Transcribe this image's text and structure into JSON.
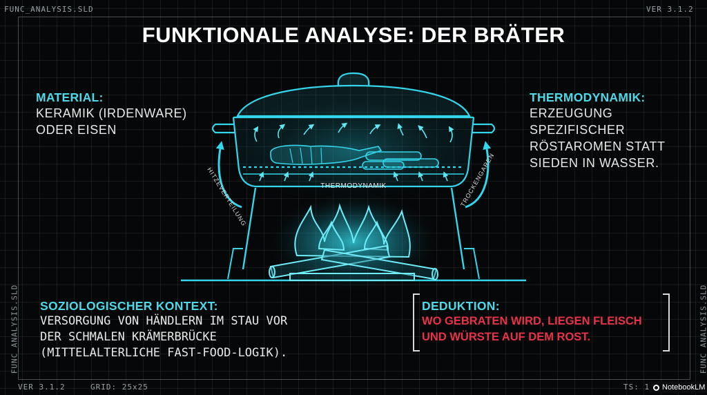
{
  "header": {
    "file_label": "FUNC_ANALYSIS.SLD",
    "version_label": "VER 3.1.2",
    "title": "FUNKTIONALE ANALYSE: DER BRÄTER"
  },
  "side": {
    "left_vertical": "FUNC_ANALYSIS.SLD",
    "right_vertical": "FUNC_ANALYSIS.SLD"
  },
  "material": {
    "heading": "MATERIAL:",
    "lines": [
      "KERAMIK (IRDENWARE)",
      "ODER EISEN"
    ]
  },
  "thermodynamik": {
    "heading": "THERMODYNAMIK:",
    "lines": [
      "ERZEUGUNG",
      "SPEZIFISCHER",
      "RÖSTAROMEN STATT",
      "SIEDEN IN WASSER."
    ]
  },
  "diagram": {
    "center_label": "THERMODYNAMIK",
    "left_arc_label": "HITZEVERTEILUNG",
    "right_arc_label": "TROCKENGAREN",
    "accent_color": "#34d6ec"
  },
  "kontext": {
    "heading": "SOZIOLOGISCHER KONTEXT:",
    "lines": [
      "VERSORGUNG VON HÄNDLERN IM STAU VOR",
      "DER SCHMALEN KRÄMERBRÜCKE",
      "(MITTELALTERLICHE FAST-FOOD-LOGIK)."
    ]
  },
  "deduktion": {
    "heading": "DEDUKTION:",
    "lines": [
      "WO GEBRATEN WIRD, LIEGEN FLEISCH",
      "UND WÜRSTE AUF DEM ROST."
    ],
    "color": "#e8324a"
  },
  "footer": {
    "version_label": "VER 3.1.2",
    "grid_label": "GRID: 25x25",
    "ts_label": "TS: 1",
    "brand": "NotebookLM"
  }
}
